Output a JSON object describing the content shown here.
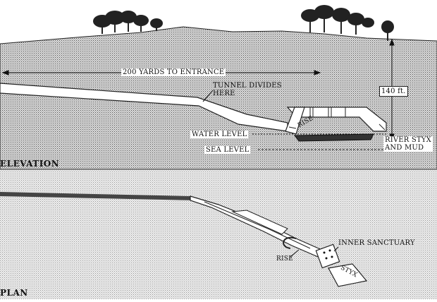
{
  "elevation": {
    "title": "ELEVATION",
    "distance_label": "200 YARDS TO ENTRANCE",
    "tunnel_divides_line1": "TUNNEL DIVIDES",
    "tunnel_divides_line2": "HERE",
    "height_label": "140 ft.",
    "rise_label": "RISE",
    "water_level_label": "WATER LEVEL",
    "sea_level_label": "SEA LEVEL",
    "river_line1": "RIVER STYX",
    "river_line2": "AND MUD"
  },
  "plan": {
    "title": "PLAN",
    "inner_sanctuary_label": "INNER SANCTUARY",
    "rise_label": "RISE",
    "styx_label": "STYX"
  }
}
